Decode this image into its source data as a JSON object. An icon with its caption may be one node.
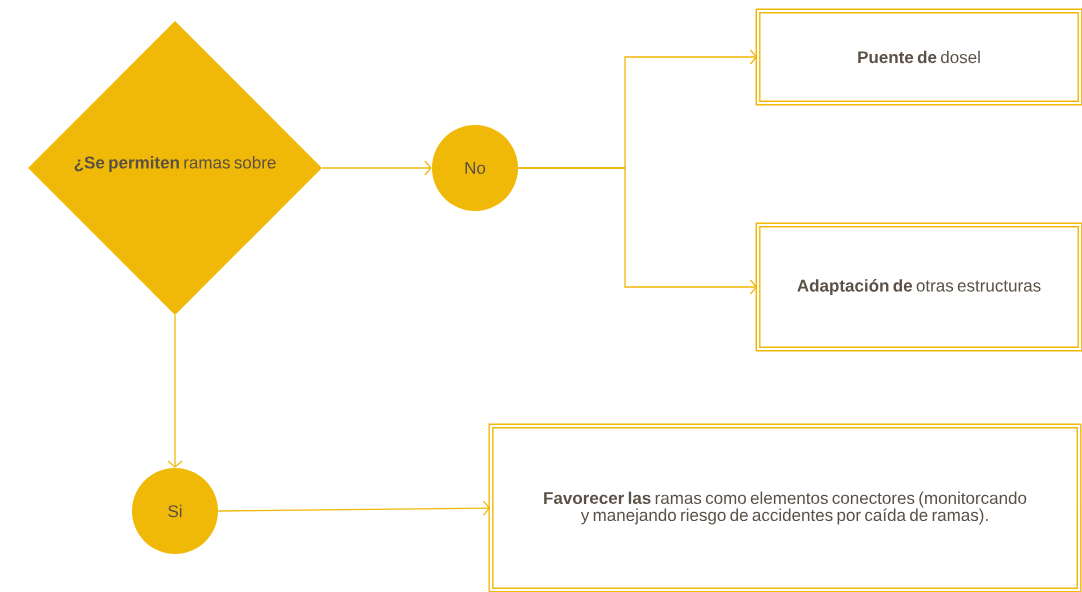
{
  "diagram": {
    "nodes": [
      {
        "text": [
          "**¿Se permiten** ramas sobre"
        ]
      },
      {
        "text": [
          "No"
        ]
      },
      {
        "text": [
          "**Puente de** dosel"
        ]
      },
      {
        "text": [
          "**Adaptación de** otras estructuras"
        ]
      },
      {
        "text": [
          "Si"
        ]
      },
      {
        "text": [
          "**Favorecer las** ramas como elementos conectores (monitorcando y manejando riesgo de accidentes por caída de ramas)."
        ]
      }
    ],
    "edges": [
      {
        "from": 0,
        "to": 1,
        "arrow": "to"
      },
      {
        "from": 1,
        "to": 2,
        "arrow": "to"
      },
      {
        "from": 1,
        "to": 3,
        "arrow": "to"
      },
      {
        "from": 0,
        "to": 4,
        "arrow": "to"
      },
      {
        "from": 4,
        "to": 5,
        "arrow": "to"
      }
    ]
  }
}
